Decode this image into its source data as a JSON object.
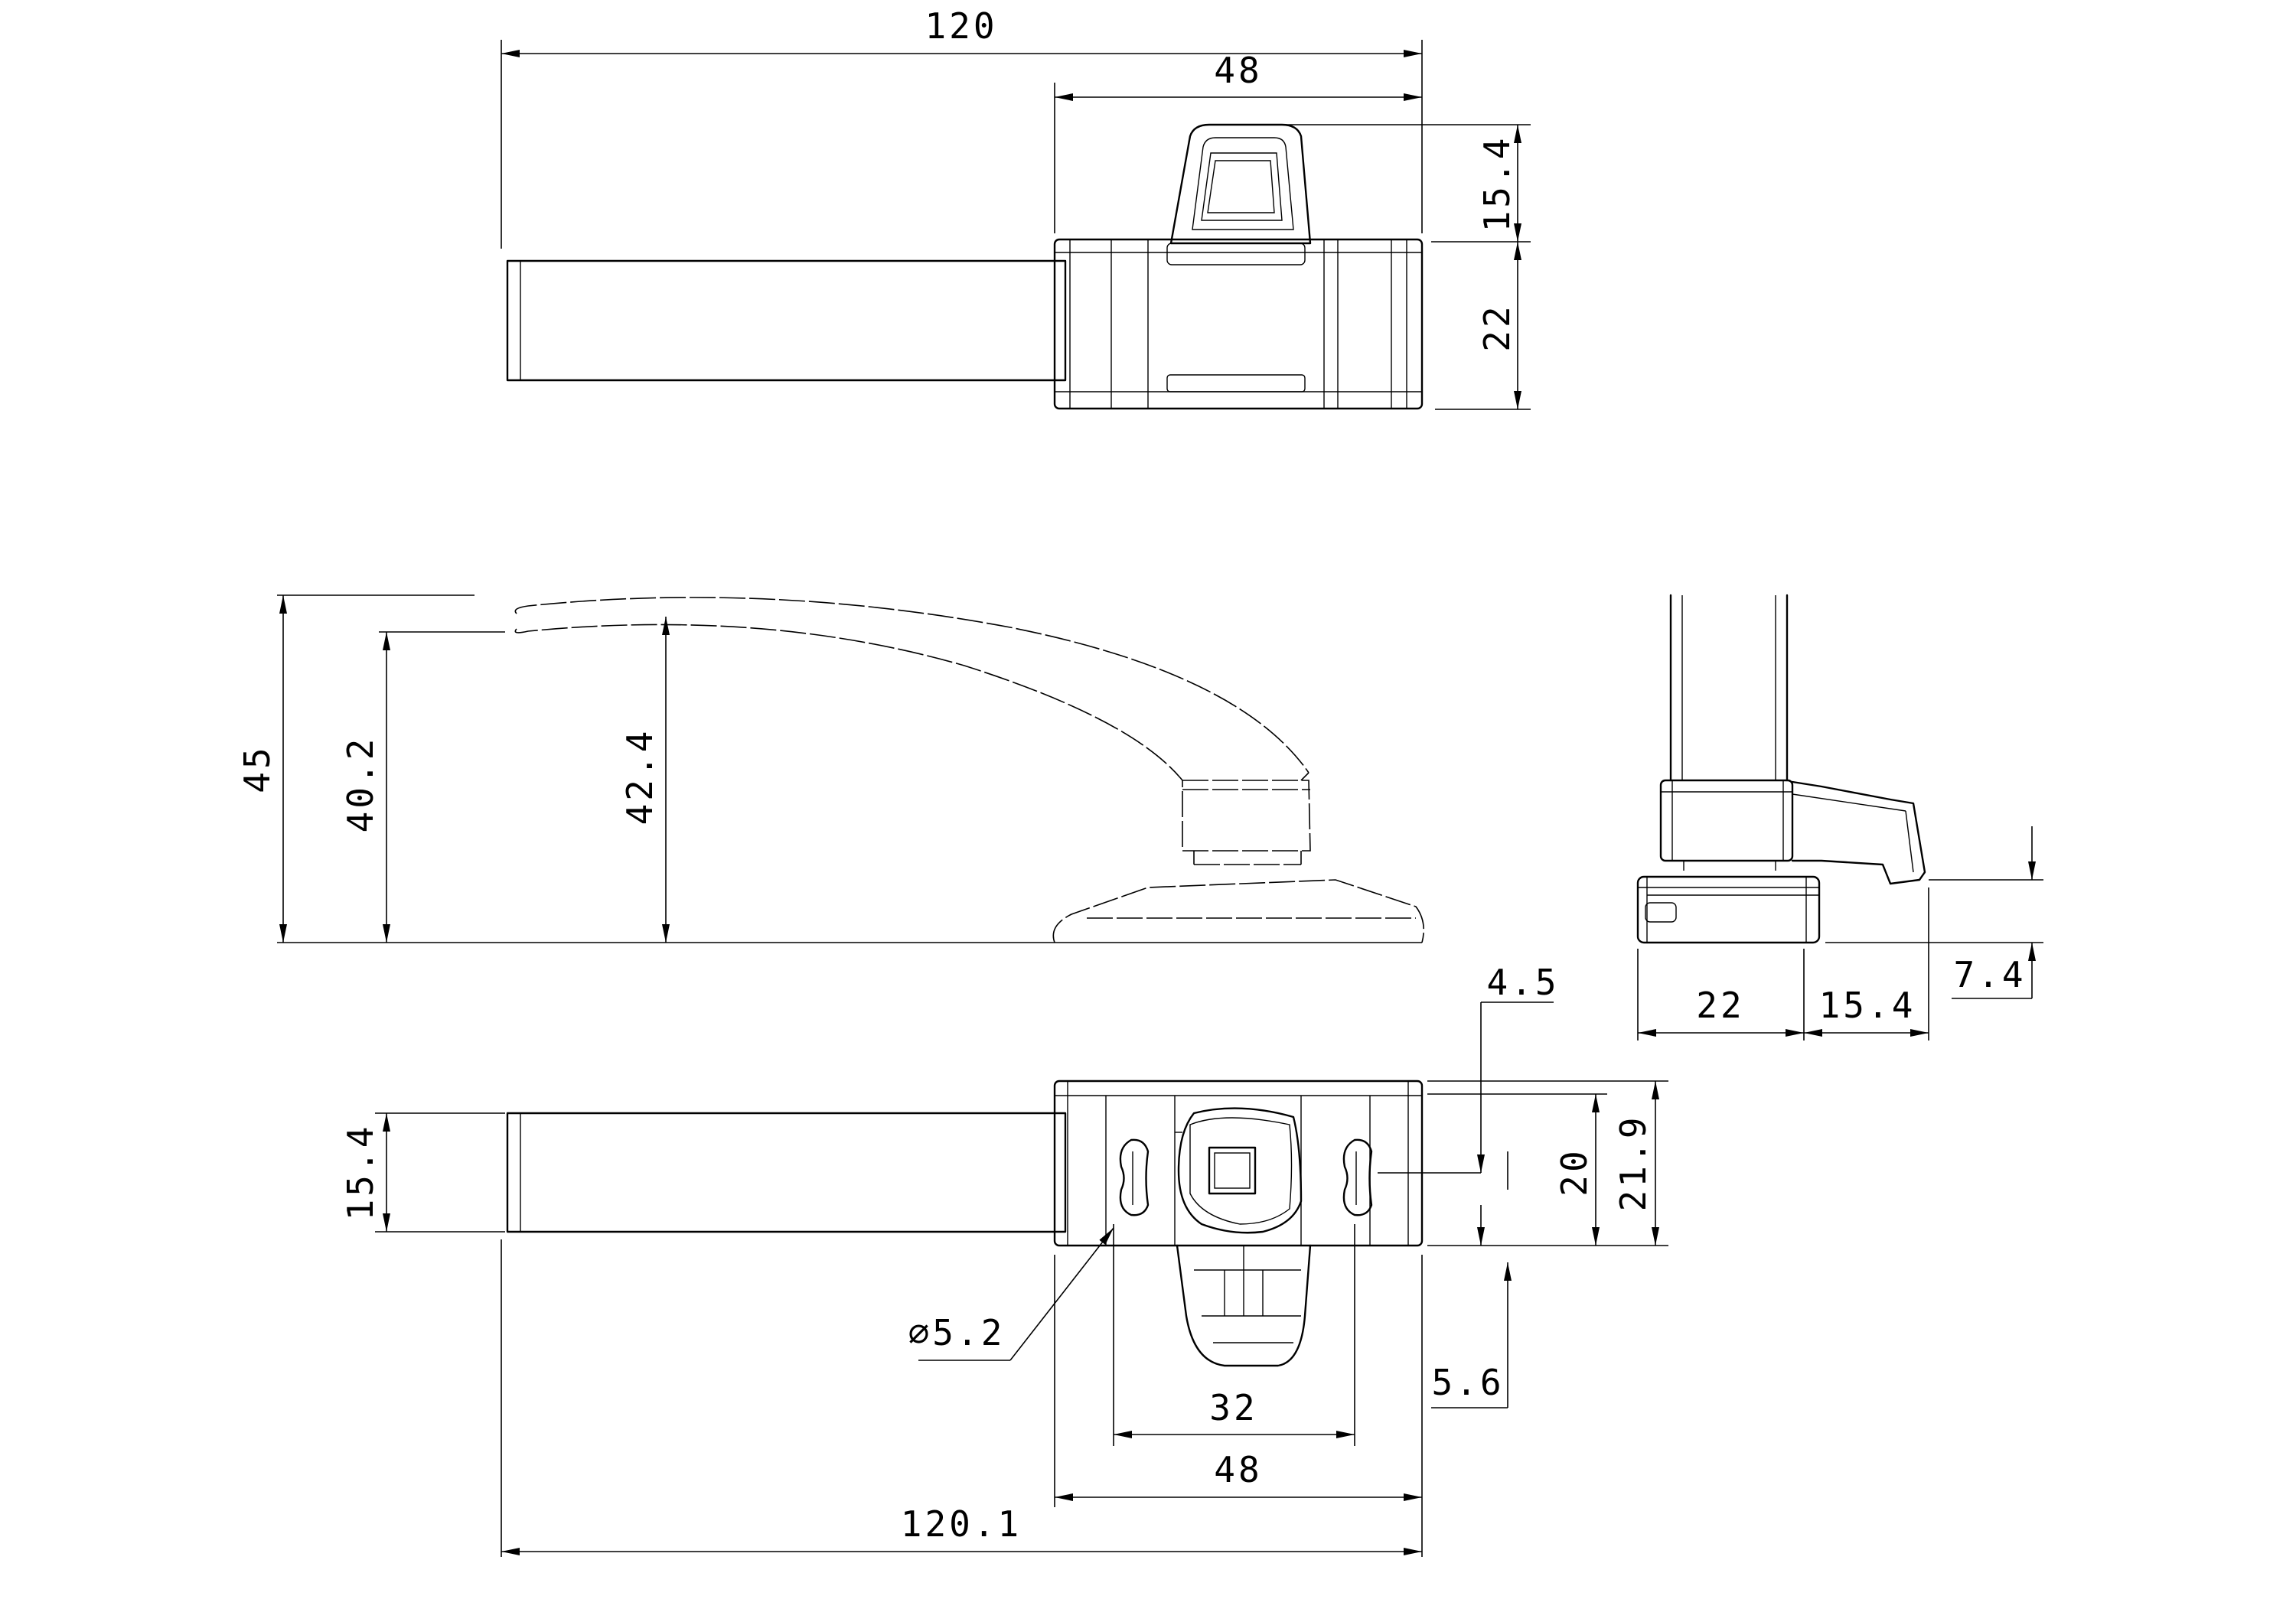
{
  "drawing": {
    "top_view": {
      "overall_length": "120",
      "base_length": "48",
      "knob_height": "15.4",
      "body_height": "22"
    },
    "side_view": {
      "overall_height": "45",
      "lever_tip_height": "40.2",
      "lever_arc_height": "42.4"
    },
    "end_view": {
      "base_width": "22",
      "hook_projection": "15.4",
      "hook_drop": "7.4"
    },
    "bottom_view": {
      "hole_offset": "4.5",
      "lever_width": "15.4",
      "body_width": "20",
      "overall_width": "21.9",
      "hole_diameter": "⌀5.2",
      "hook_offset": "5.6",
      "hole_spacing": "32",
      "base_length": "48",
      "overall_length": "120.1"
    }
  }
}
